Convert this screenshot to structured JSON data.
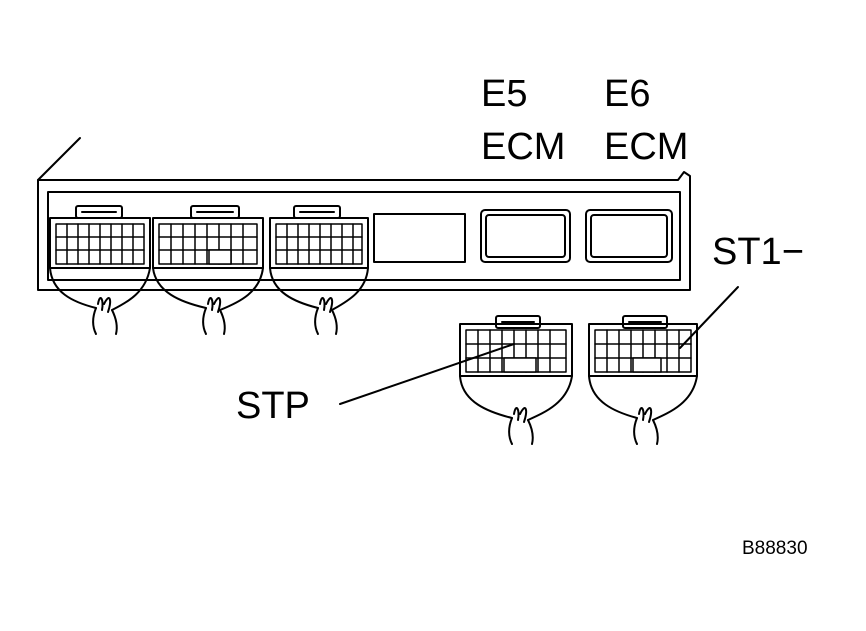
{
  "labels": {
    "e5_connector": "E5",
    "e6_connector": "E6",
    "e5_ecm": "ECM",
    "e6_ecm": "ECM",
    "st1_terminal": "ST1−",
    "stp_terminal": "STP",
    "figure_id": "B88830"
  },
  "colors": {
    "line": "#000000",
    "background": "#ffffff"
  }
}
